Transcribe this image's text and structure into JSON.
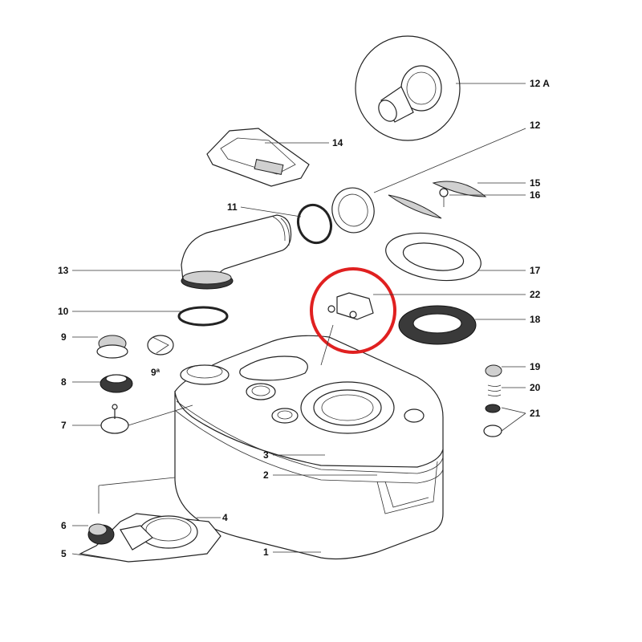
{
  "highlight_color": "#e02020",
  "labels": {
    "p1": "1",
    "p2": "2",
    "p3": "3",
    "p4": "4",
    "p5": "5",
    "p6": "6",
    "p7": "7",
    "p8": "8",
    "p9": "9",
    "p9a": "9ª",
    "p10": "10",
    "p11": "11",
    "p12": "12",
    "p12a": "12 A",
    "p13": "13",
    "p14": "14",
    "p15": "15",
    "p16": "16",
    "p17": "17",
    "p18": "18",
    "p19": "19",
    "p20": "20",
    "p21": "21",
    "p22": "22"
  }
}
